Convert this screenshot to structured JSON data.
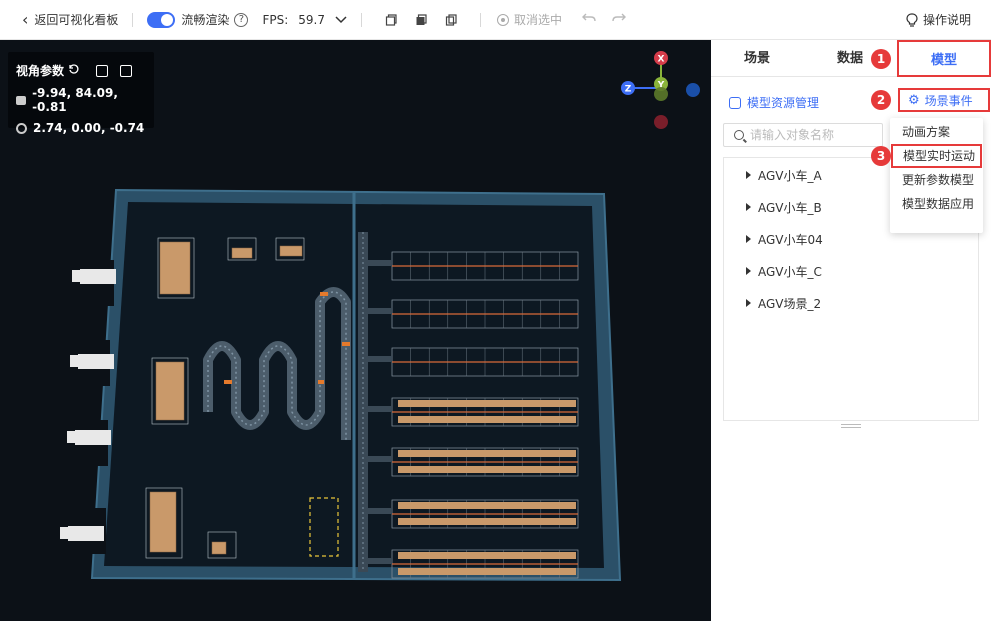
{
  "toolbar": {
    "back_label": "返回可视化看板",
    "smooth_render_label": "流畅渲染",
    "smooth_render_on": true,
    "help_glyph": "?",
    "fps_label": "FPS:",
    "fps_value": "59.7",
    "cancel_selection_label": "取消选中",
    "guide_label": "操作说明",
    "accent_color": "#3d6ef5"
  },
  "camera": {
    "title": "视角参数",
    "position": "-9.94, 84.09, -0.81",
    "target": "2.74, 0.00, -0.74"
  },
  "gizmo": {
    "x_label": "X",
    "y_label": "Y",
    "z_label": "Z"
  },
  "panel": {
    "tabs": [
      {
        "label": "场景"
      },
      {
        "label": "数据"
      },
      {
        "label": "模型",
        "active": true
      }
    ],
    "model_resource_label": "模型资源管理",
    "scene_event_label": "场景事件",
    "search_placeholder": "请输入对象名称",
    "dropdown_items": [
      {
        "label": "动画方案"
      },
      {
        "label": "模型实时运动"
      },
      {
        "label": "更新参数模型"
      },
      {
        "label": "模型数据应用"
      }
    ],
    "tree_items": [
      {
        "label": "AGV小车_A"
      },
      {
        "label": "AGV小车_B"
      },
      {
        "label": "AGV小车04"
      },
      {
        "label": "AGV小车_C"
      },
      {
        "label": "AGV场景_2"
      }
    ],
    "step_badges": [
      "1",
      "2",
      "3"
    ],
    "highlight_color": "#e63a3a"
  }
}
